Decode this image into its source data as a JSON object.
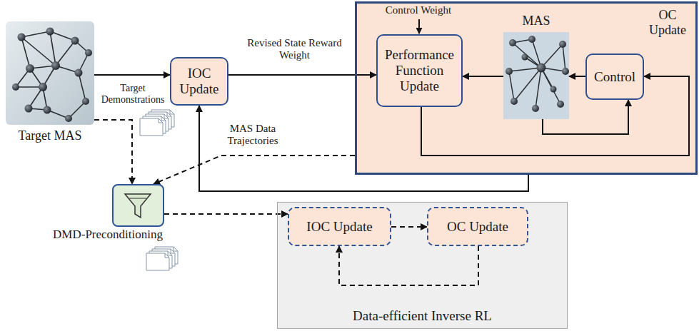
{
  "diagram": {
    "nodes": [
      {
        "text": [
          "Target MAS"
        ]
      },
      {
        "text": [
          "IOC Update"
        ]
      },
      {
        "text": [
          "OC Update"
        ]
      },
      {
        "text": [
          "Performance Function Update"
        ],
        "in": 2
      },
      {
        "text": [
          "MAS"
        ],
        "in": 2
      },
      {
        "text": [
          "Control"
        ],
        "in": 2
      },
      {
        "text": [
          "DMD-Preconditioning"
        ]
      },
      {
        "text": [
          "Data-efficient Inverse RL"
        ]
      },
      {
        "text": [
          "IOC Update"
        ],
        "in": 7
      },
      {
        "text": [
          "OC Update"
        ],
        "in": 7
      }
    ],
    "edges": [
      {
        "from": 0,
        "to": 1,
        "arrow": "to"
      },
      {
        "from": 1,
        "to": 3,
        "arrow": "to",
        "label": "Revised State Reward Weight"
      },
      {
        "from": 4,
        "to": 3,
        "arrow": "to"
      },
      {
        "from": 5,
        "to": 4,
        "arrow": "to"
      },
      {
        "from": 4,
        "to": 5,
        "arrow": "to"
      },
      {
        "from": 3,
        "to": 5,
        "arrow": "to"
      },
      {
        "from": 2,
        "to": 1,
        "arrow": "to"
      },
      {
        "from": 0,
        "to": 6,
        "arrow": "to"
      },
      {
        "from": 2,
        "to": 6,
        "arrow": "to"
      },
      {
        "from": 6,
        "to": 8,
        "arrow": "to"
      },
      {
        "from": 8,
        "to": 9,
        "arrow": "to"
      },
      {
        "from": 9,
        "to": 8,
        "arrow": "to"
      }
    ],
    "labels": [
      "Control Weight",
      "Target Demonstrations",
      "MAS Data Trajectories"
    ]
  }
}
